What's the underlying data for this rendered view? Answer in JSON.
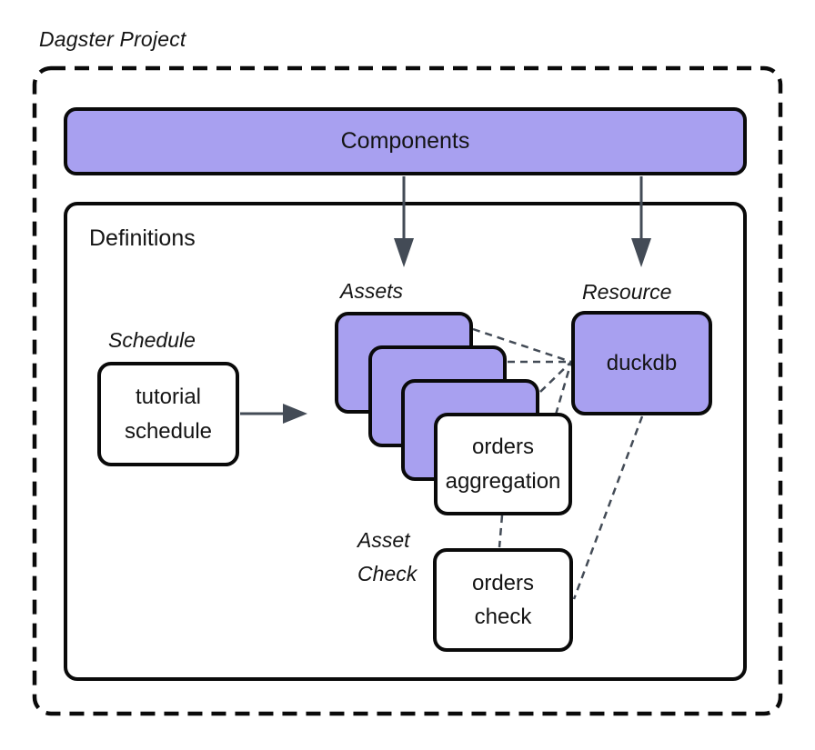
{
  "title": "Dagster Project",
  "colors": {
    "box_purple": "#a8a0f0",
    "stroke": "#0a0a0a",
    "connector": "#434b56",
    "text": "#141414",
    "background": "#ffffff"
  },
  "components": {
    "label": "Components"
  },
  "definitions": {
    "label": "Definitions"
  },
  "groups": {
    "schedule": {
      "label": "Schedule"
    },
    "assets": {
      "label": "Assets"
    },
    "resource": {
      "label": "Resource"
    },
    "asset_check": {
      "label": "Asset\nCheck"
    }
  },
  "nodes": {
    "tutorial_schedule": {
      "label": "tutorial\nschedule"
    },
    "orders_aggregation": {
      "label": "orders\naggregation"
    },
    "duckdb": {
      "label": "duckdb"
    },
    "orders_check": {
      "label": "orders\ncheck"
    }
  }
}
